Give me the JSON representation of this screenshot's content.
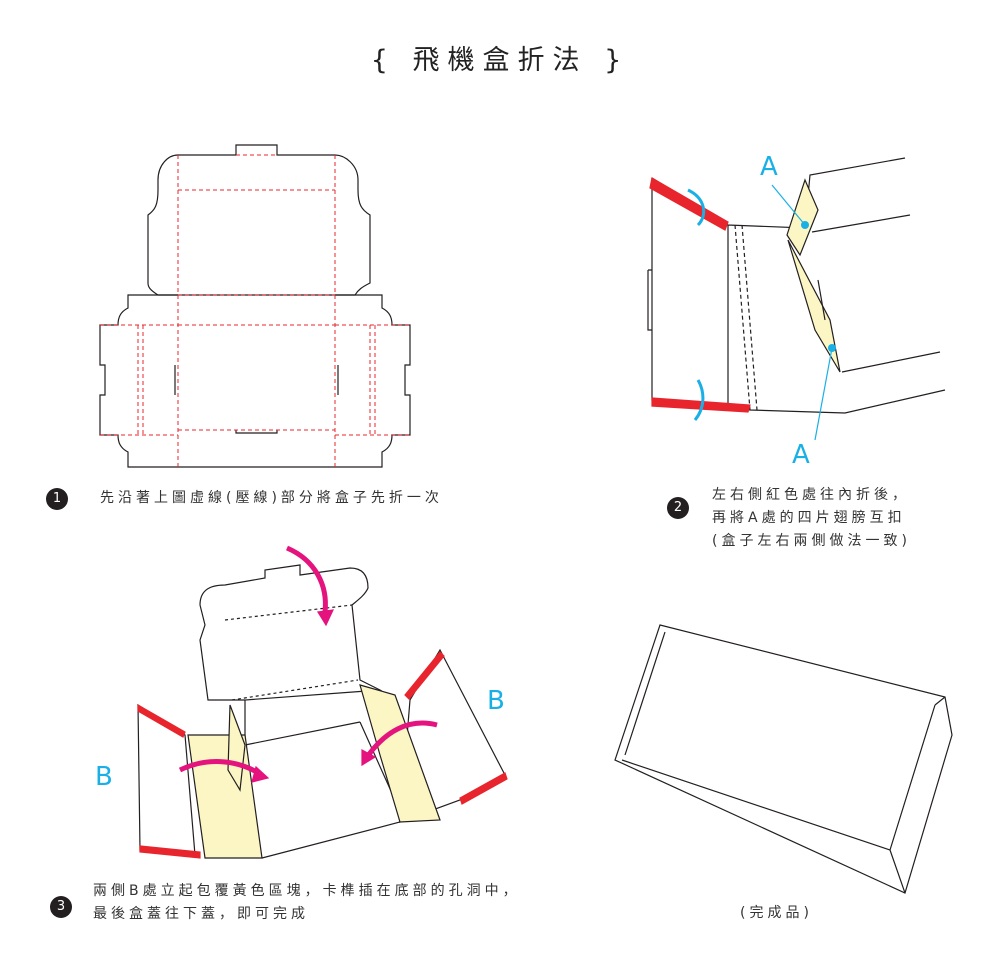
{
  "title": "{ 飛機盒折法 }",
  "steps": [
    {
      "number": "1",
      "lines": [
        "先沿著上圖虛線(壓線)部分將盒子先折一次"
      ]
    },
    {
      "number": "2",
      "lines": [
        "左右側紅色處往內折後，",
        "再將A處的四片翅膀互扣",
        "(盒子左右兩側做法一致)"
      ]
    },
    {
      "number": "3",
      "lines": [
        "兩側B處立起包覆黃色區塊，卡榫插在底部的孔洞中，",
        "最後盒蓋往下蓋，即可完成"
      ]
    }
  ],
  "finished_caption": "(完成品)",
  "labels": {
    "a_top": "A",
    "a_bottom": "A",
    "b_left": "B",
    "b_right": "B"
  },
  "colors": {
    "red": "#e8242c",
    "yellow": "#fbf6c4",
    "blue": "#1ab0e6",
    "magenta": "#e5137e"
  }
}
